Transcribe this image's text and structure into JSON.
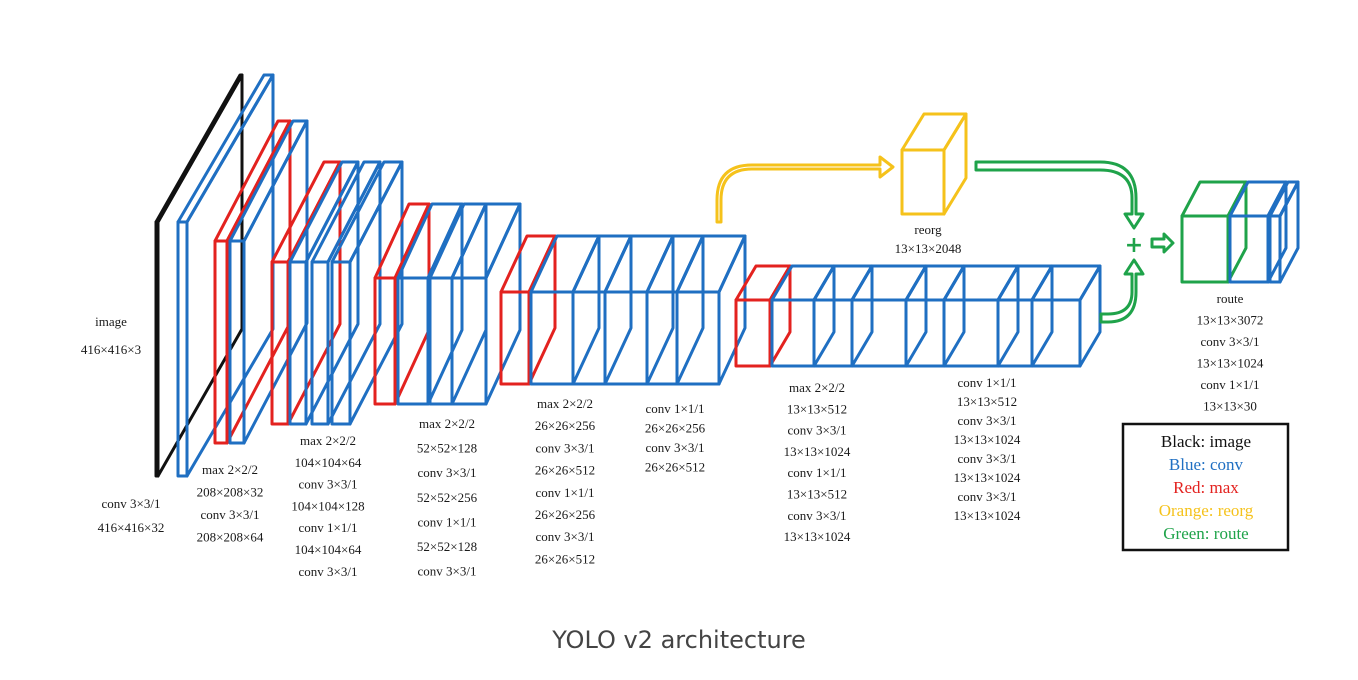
{
  "caption": "YOLO v2 architecture",
  "colors": {
    "image": "#111111",
    "conv": "#1f6fc2",
    "max": "#e3221f",
    "reorg": "#f5c21b",
    "route": "#1fa34a"
  },
  "plus_symbol": "+",
  "labels": {
    "image": [
      "image",
      "416×416×3"
    ],
    "g1": [
      "conv 3×3/1",
      "416×416×32"
    ],
    "g2": [
      "max 2×2/2",
      "208×208×32",
      "conv 3×3/1",
      "208×208×64"
    ],
    "g3": [
      "max 2×2/2",
      "104×104×64",
      "conv 3×3/1",
      "104×104×128",
      "conv 1×1/1",
      "104×104×64",
      "conv 3×3/1"
    ],
    "g4": [
      "max 2×2/2",
      "52×52×128",
      "conv 3×3/1",
      "52×52×256",
      "conv 1×1/1",
      "52×52×128",
      "conv 3×3/1"
    ],
    "g5a": [
      "max 2×2/2",
      "26×26×256",
      "conv 3×3/1",
      "26×26×512",
      "conv 1×1/1",
      "26×26×256",
      "conv 3×3/1",
      "26×26×512"
    ],
    "g5b": [
      "conv 1×1/1",
      "26×26×256",
      "conv 3×3/1",
      "26×26×512"
    ],
    "g6a": [
      "max 2×2/2",
      "13×13×512",
      "conv 3×3/1",
      "13×13×1024",
      "conv 1×1/1",
      "13×13×512",
      "conv 3×3/1",
      "13×13×1024"
    ],
    "g6b": [
      "conv 1×1/1",
      "13×13×512",
      "conv 3×3/1",
      "13×13×1024",
      "conv 3×3/1",
      "13×13×1024",
      "conv 3×3/1",
      "13×13×1024"
    ],
    "reorg": [
      "reorg",
      "13×13×2048"
    ],
    "route": [
      "route",
      "13×13×3072",
      "conv 3×3/1",
      "13×13×1024",
      "conv 1×1/1",
      "13×13×30"
    ]
  },
  "legend": [
    {
      "text": "Black: image",
      "color": "#111111"
    },
    {
      "text": "Blue: conv",
      "color": "#1f6fc2"
    },
    {
      "text": "Red: max",
      "color": "#e3221f"
    },
    {
      "text": "Orange: reorg",
      "color": "#f5c21b"
    },
    {
      "text": "Green: route",
      "color": "#1fa34a"
    }
  ]
}
